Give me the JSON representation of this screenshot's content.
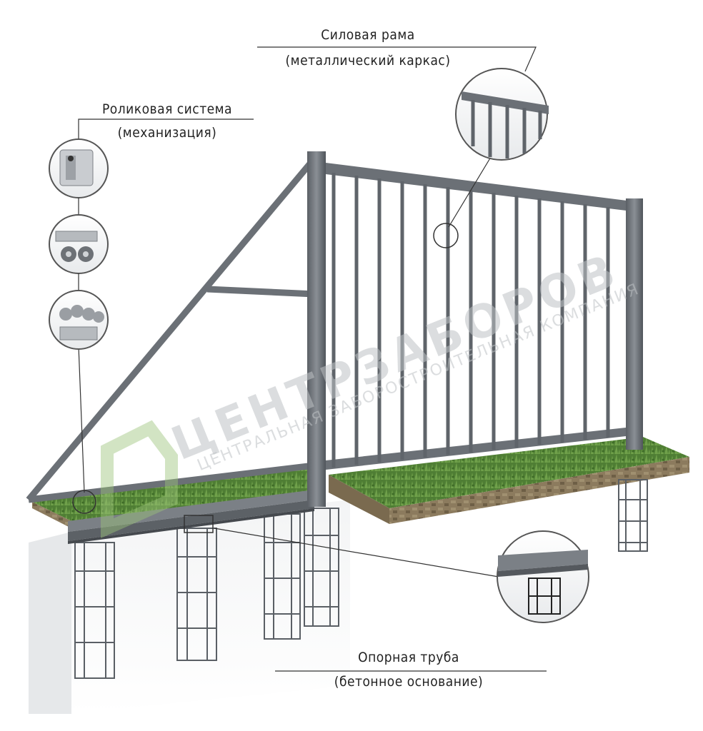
{
  "callouts": {
    "frame": {
      "title": "Силовая рама",
      "subtitle": "(металлический каркас)"
    },
    "roller": {
      "title": "Роликовая система",
      "subtitle": "(механизация)"
    },
    "support": {
      "title": "Опорная труба",
      "subtitle": "(бетонное основание)"
    }
  },
  "watermark": {
    "brand": "ЦЕНТРЗАБОРОВ",
    "tagline": "ЦЕНТРАЛЬНАЯ ЗАБОРОСТРОИТЕЛЬНАЯ КОМПАНИЯ"
  },
  "colors": {
    "frame": "#6b7076",
    "frame_dark": "#4f545a",
    "grass": "#5d8a3c",
    "soil": "#8a7a5c",
    "concrete": "#eceef0",
    "rebar": "#555a60",
    "leader": "#333333",
    "logo_green": "#9cc47a"
  },
  "icons": [
    "end-catcher-icon",
    "upper-roller-guide-icon",
    "roller-carriage-icon"
  ]
}
